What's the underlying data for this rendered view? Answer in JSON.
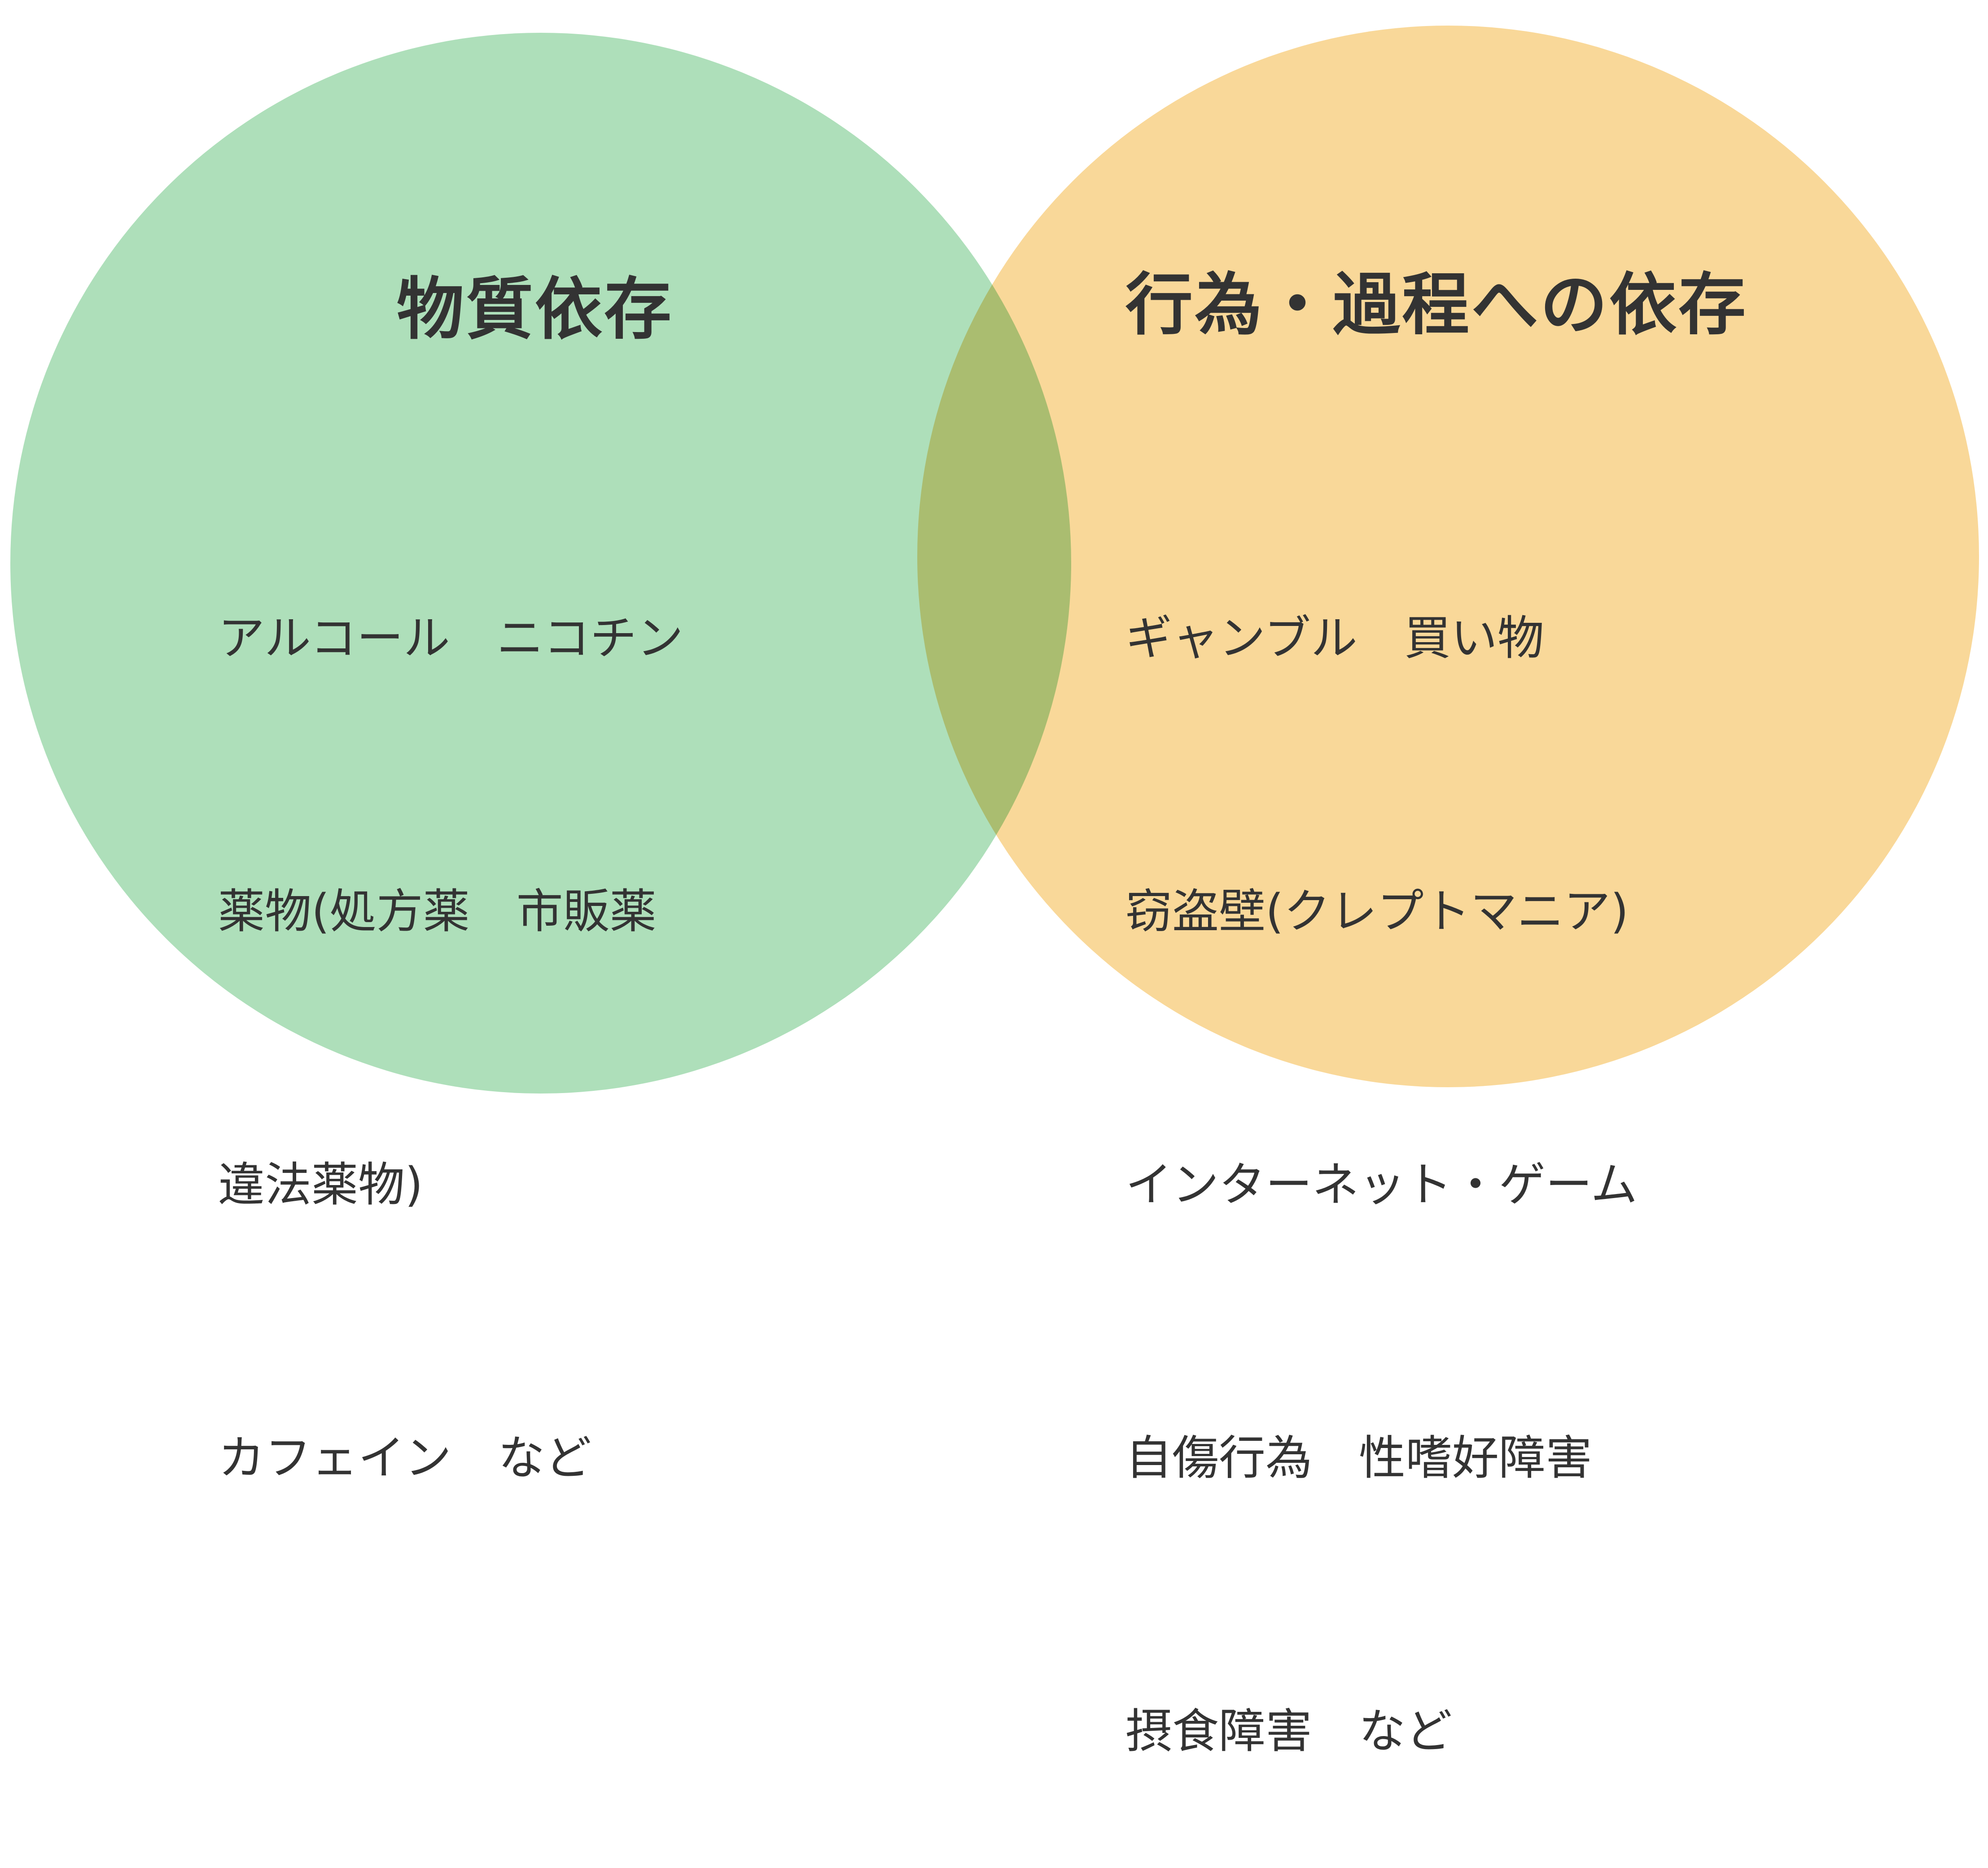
{
  "diagram": {
    "type": "venn",
    "colors": {
      "left_circle": "#aedfba",
      "right_circle": "#f8d699",
      "overlap": "#dcc96e",
      "text": "#333333",
      "background": "#ffffff"
    },
    "left": {
      "title": "物質依存",
      "items": [
        "アルコール　ニコチン",
        "薬物(処方薬　市販薬",
        "違法薬物)",
        "カフェイン　など"
      ]
    },
    "right": {
      "title": "行為・過程への依存",
      "items": [
        "ギャンブル　買い物",
        "窃盗壁(クレプトマニア)",
        "インターネット・ゲーム",
        "自傷行為　性嗜好障害",
        "摂食障害　など"
      ]
    }
  }
}
